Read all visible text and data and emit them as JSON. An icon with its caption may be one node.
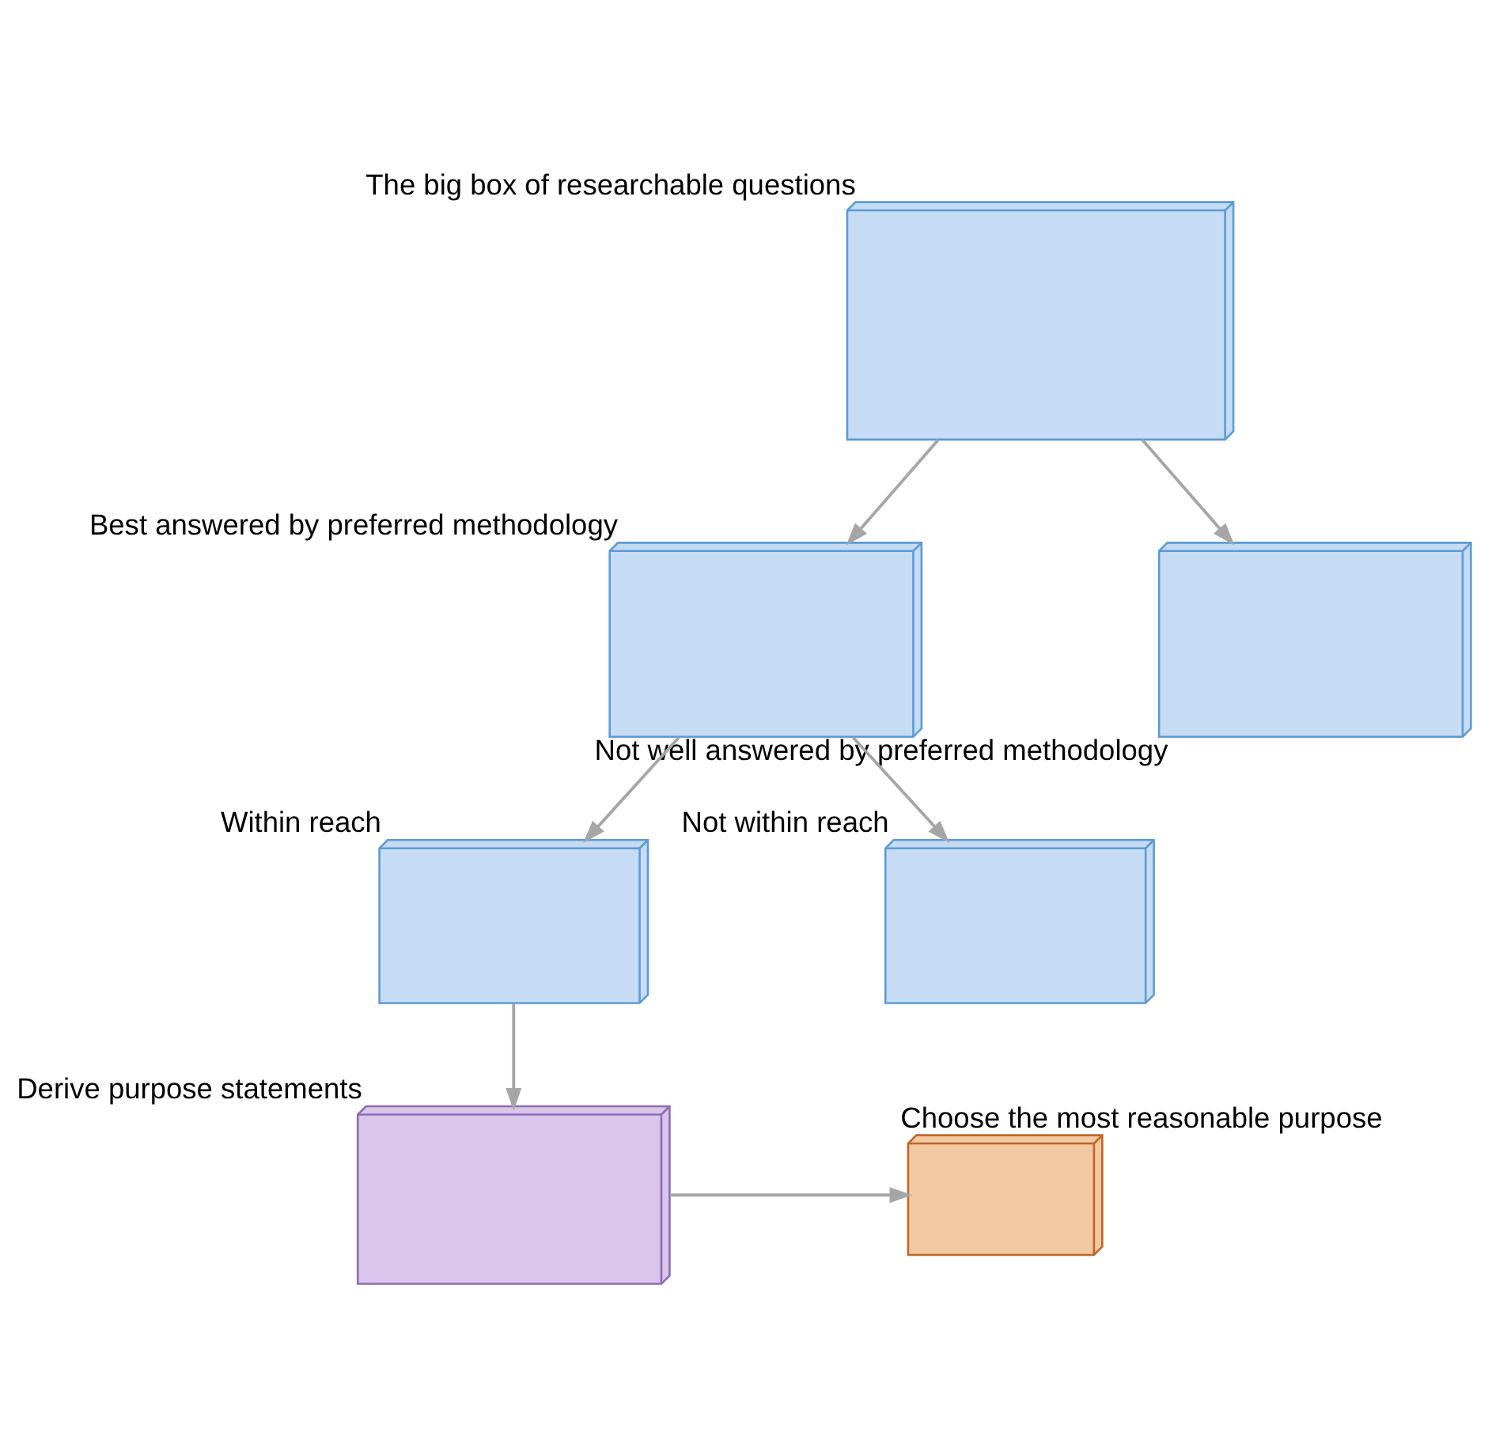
{
  "diagram": {
    "nodes": [
      {
        "text": [],
        "shape": "cube",
        "beside": [
          "The big box of researchable questions"
        ]
      },
      {
        "text": [],
        "shape": "cube",
        "beside": [
          "Best answered by preferred methodology"
        ]
      },
      {
        "text": [],
        "shape": "cube",
        "beside": [
          "Not well answered by preferred methodology"
        ]
      },
      {
        "text": [],
        "shape": "cube",
        "beside": [
          "Within reach"
        ]
      },
      {
        "text": [],
        "shape": "cube",
        "beside": [
          "Not within reach"
        ]
      },
      {
        "text": [],
        "shape": "cube",
        "beside": [
          "Derive purpose statements"
        ]
      },
      {
        "text": [],
        "shape": "cube",
        "beside": [
          "Choose the most reasonable purpose"
        ]
      }
    ],
    "edges": [
      {
        "from": 0,
        "to": 1,
        "arrow": "to"
      },
      {
        "from": 0,
        "to": 2,
        "arrow": "to"
      },
      {
        "from": 1,
        "to": 3,
        "arrow": "to"
      },
      {
        "from": 1,
        "to": 4,
        "arrow": "to"
      },
      {
        "from": 3,
        "to": 5,
        "arrow": "to"
      },
      {
        "from": 5,
        "to": 6,
        "arrow": "to"
      }
    ]
  }
}
